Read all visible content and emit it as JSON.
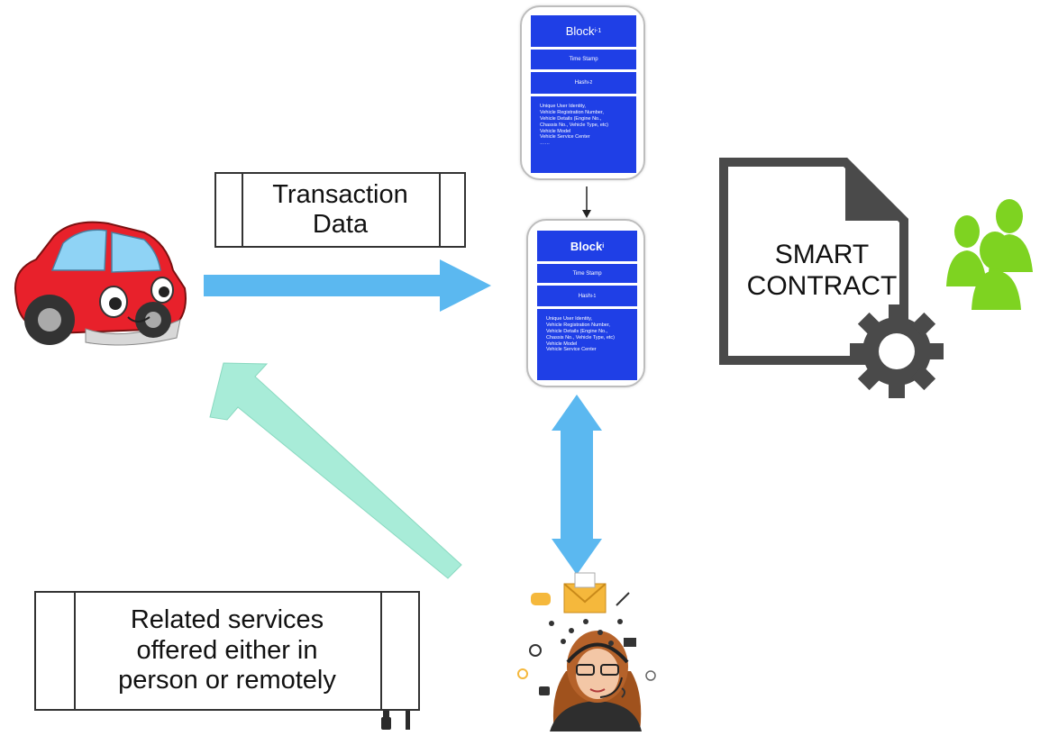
{
  "transaction_box": {
    "text": "Transaction\nData"
  },
  "services_box": {
    "text": "Related services\noffered either in\nperson or remotely"
  },
  "smart_contract": {
    "text": "SMART\nCONTRACT"
  },
  "block_prev": {
    "title": "Block",
    "title_sub": "i-1",
    "timestamp": "Time Stamp",
    "hash": "Hash",
    "hash_sub": "i-2",
    "details": "Unique User Identity,\nVehicle Registration Number,\nVehicle Details (Engine No.,\nChassis No., Vehicle Type, etc)\nVehicle Model\nVehicle Service Center\n……"
  },
  "block_current": {
    "title": "Block",
    "title_sub": "i",
    "timestamp": "Time Stamp",
    "hash": "Hash",
    "hash_sub": "i-1",
    "details": "Unique User Identity,\nVehicle Registration Number,\nVehicle Details (Engine No.,\nChassis No., Vehicle Type, etc)\nVehicle Model\nVehicle Service Center"
  },
  "colors": {
    "block_blue": "#1f3fe6",
    "arrow_blue": "#5bb8f0",
    "arrow_mint": "#a8ecd8",
    "people_green": "#7ed321",
    "doc_gray": "#4a4a4a",
    "car_red": "#e8212b"
  },
  "icons": [
    "car-icon",
    "smart-contract-document-icon",
    "gear-icon",
    "users-group-icon",
    "support-agent-icon",
    "envelope-icon",
    "tools-icon"
  ]
}
